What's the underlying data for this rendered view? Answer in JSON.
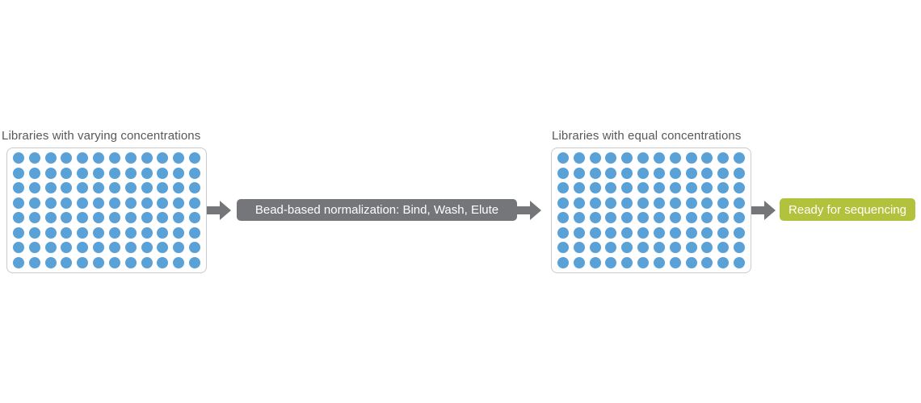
{
  "diagram": {
    "left_plate": {
      "label": "Libraries with varying concentrations",
      "rows": 8,
      "columns": 12
    },
    "process_step": {
      "label": "Bead-based normalization: Bind, Wash, Elute"
    },
    "right_plate": {
      "label": "Libraries with equal concentrations",
      "rows": 8,
      "columns": 12
    },
    "result": {
      "label": "Ready for sequencing"
    }
  },
  "colors": {
    "well_blue": "#5AA1D8",
    "flow_gray": "#757679",
    "result_green": "#B2C23C",
    "label_text": "#58585B",
    "plate_border": "#C9CACC",
    "box_text": "#FFFFFF",
    "canvas_bg": "#FFFFFF"
  }
}
